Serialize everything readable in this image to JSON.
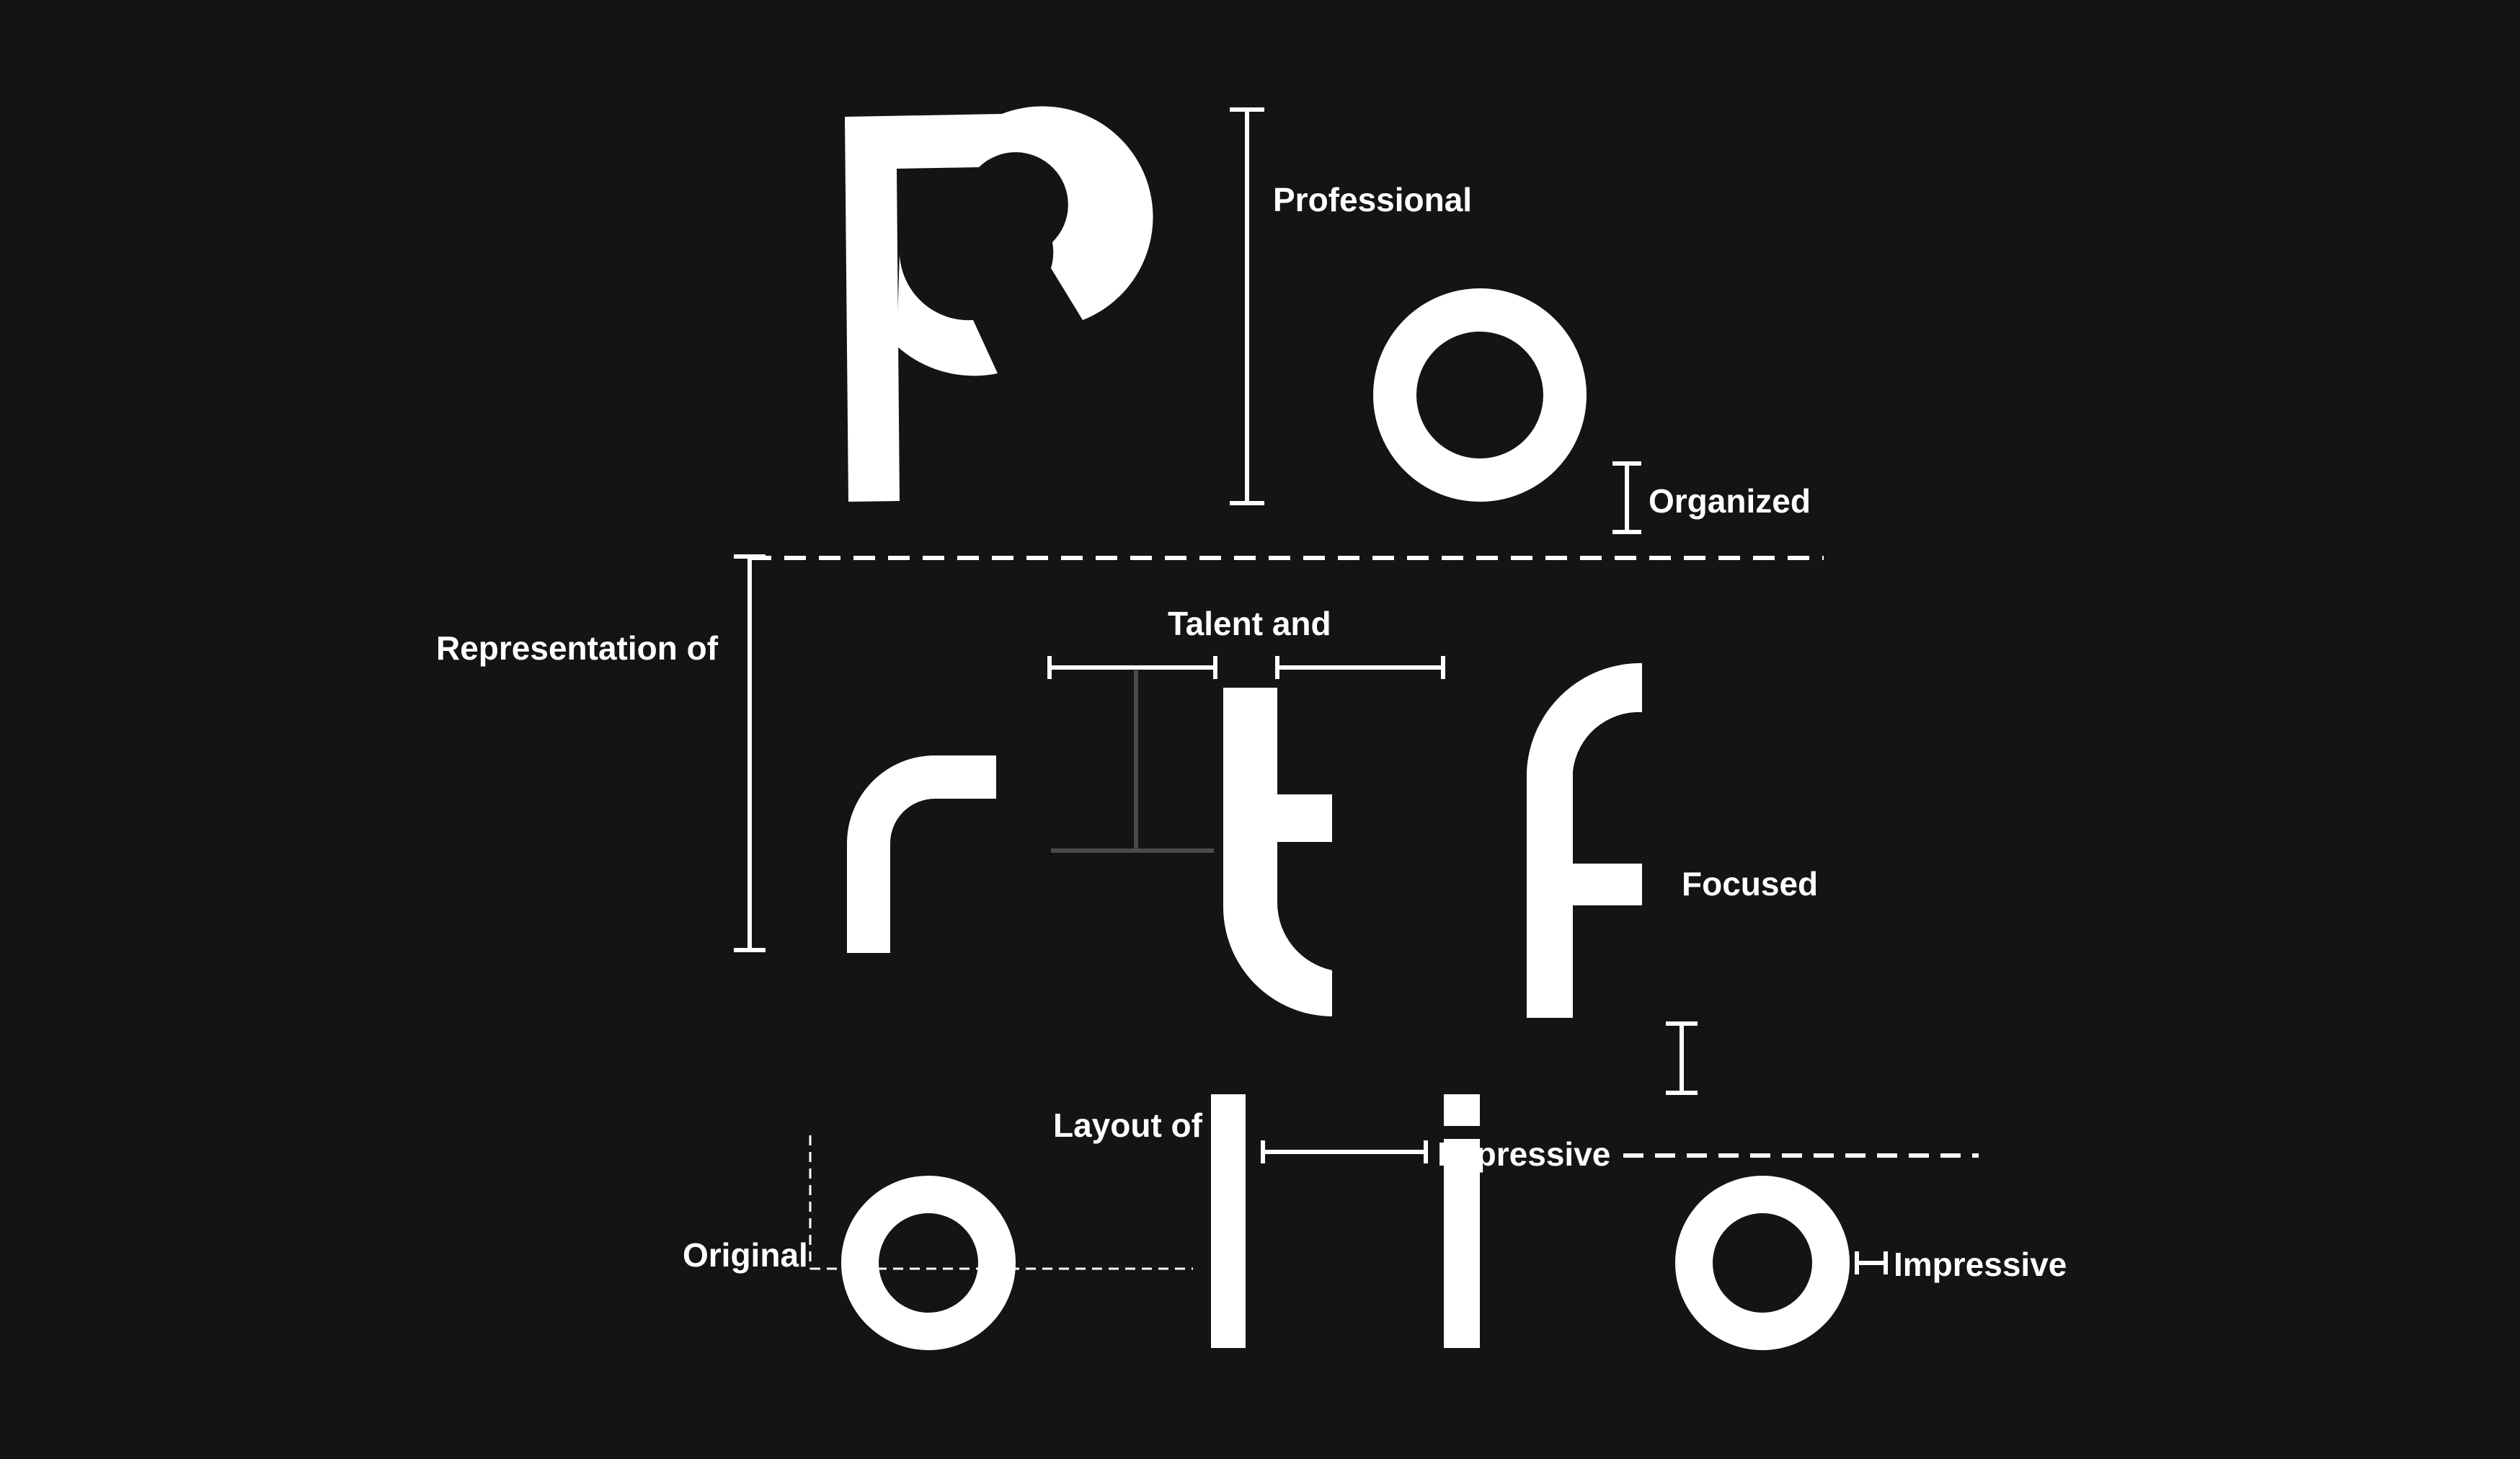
{
  "colors": {
    "background": "#141414",
    "foreground": "#ffffff",
    "guide_grey": "#4a4a4a"
  },
  "letters": [
    "P",
    "o",
    "r",
    "t",
    "f",
    "o",
    "l",
    "i",
    "o"
  ],
  "labels": {
    "professional": "Professional",
    "organized": "Organized",
    "representation_of": "Representation of",
    "talent_and": "Talent and",
    "focused": "Focused",
    "layout_of": "Layout of",
    "impressive_1": "Impressive",
    "original": "Original",
    "impressive_2": "Impressive"
  }
}
